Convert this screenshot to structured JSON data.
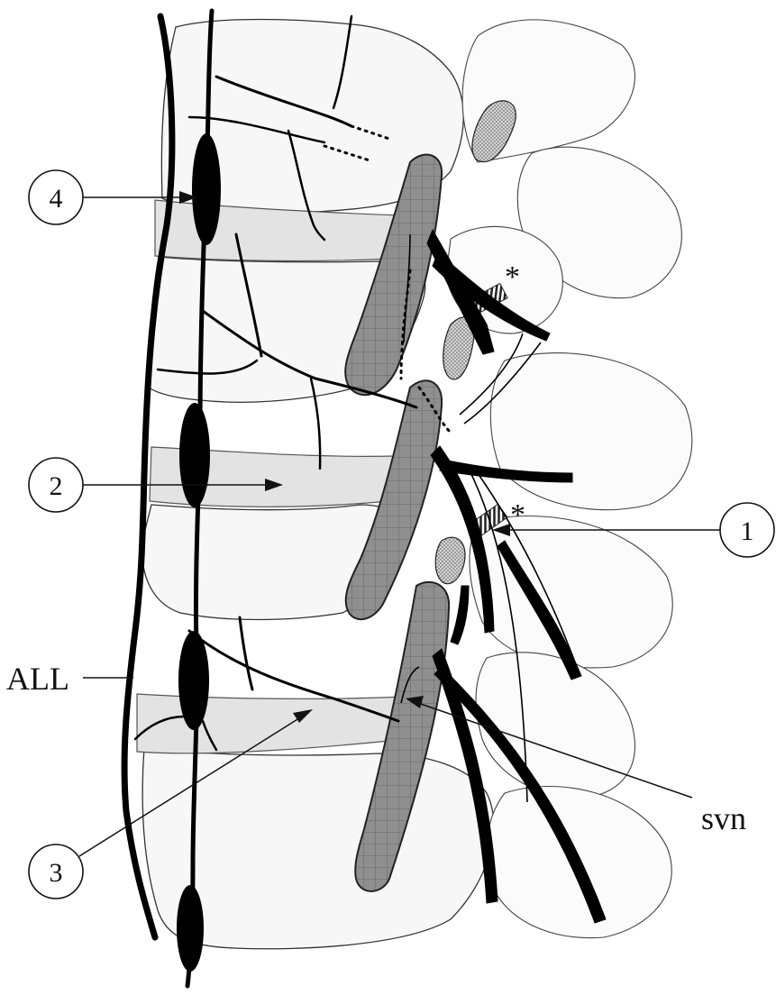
{
  "callouts": [
    {
      "id": "c1",
      "text": "1"
    },
    {
      "id": "c2",
      "text": "2"
    },
    {
      "id": "c3",
      "text": "3"
    },
    {
      "id": "c4",
      "text": "4"
    }
  ],
  "labels": {
    "all": "ALL",
    "svn": "svn",
    "asterisk_upper": "*",
    "asterisk_lower": "*"
  }
}
